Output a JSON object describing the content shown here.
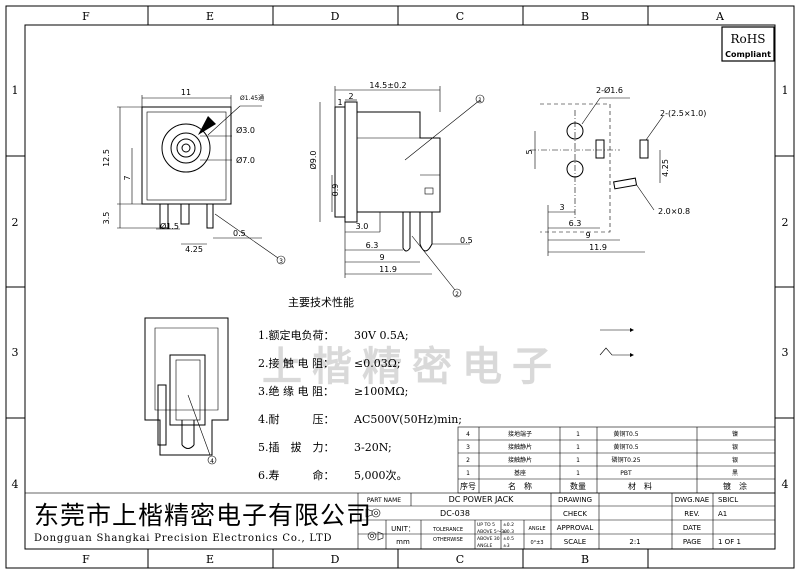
{
  "grid": {
    "columns": [
      "F",
      "E",
      "D",
      "C",
      "B",
      "A"
    ],
    "rows": [
      "1",
      "2",
      "3",
      "4"
    ]
  },
  "rohs": {
    "line1": "RoHS",
    "line2": "Compliant"
  },
  "front_view": {
    "dim_width": "11",
    "dim_hole": "Ø1.45通",
    "dim_inner": "Ø3.0",
    "dim_outer": "Ø7.0",
    "dim_height": "12.5",
    "dim_center": "7",
    "dim_pin_h": "3.5",
    "dim_pin_d": "Ø1.5",
    "dim_pin_gap": "4.25",
    "dim_pin_w": "0.5",
    "callout": "3"
  },
  "side_view": {
    "dim_total": "14.5±0.2",
    "dim_2": "2",
    "dim_1": "1",
    "dim_dia": "Ø9.0",
    "dim_0_9": "0.9",
    "dim_3": "3.0",
    "dim_6_3": "6.3",
    "dim_9": "9",
    "dim_11_9": "11.9",
    "dim_0_5": "0.5",
    "callout_1": "1",
    "callout_2": "2"
  },
  "pcb_view": {
    "hole_round": "2-Ø1.6",
    "hole_slot": "2-(2.5×1.0)",
    "slot2": "2.0×0.8",
    "dim_5": "5",
    "dim_4_25": "4.25",
    "dim_3": "3",
    "dim_6_3": "6.3",
    "dim_9": "9",
    "dim_11_9": "11.9"
  },
  "specs": {
    "title": "主要技术性能",
    "items": [
      {
        "label": "1.额定电负荷：",
        "value": "30V 0.5A;"
      },
      {
        "label": "2.接 触 电 阻：",
        "value": "≤0.03Ω;"
      },
      {
        "label": "3.绝 缘 电 阻：",
        "value": "≥100MΩ;"
      },
      {
        "label": "4.耐　　　压：",
        "value": "AC500V(50Hz)min;"
      },
      {
        "label": "5.插　拔　力：",
        "value": "3-20N;"
      },
      {
        "label": "6.寿　　　命：",
        "value": "5,000次。"
      }
    ]
  },
  "watermark": "上楷精密电子",
  "bom": {
    "rows": [
      {
        "no": "4",
        "name": "接地端子",
        "qty": "1",
        "material": "黄铜T0.5",
        "finish": "镍"
      },
      {
        "no": "3",
        "name": "接触静片",
        "qty": "1",
        "material": "黄铜T0.5",
        "finish": "银"
      },
      {
        "no": "2",
        "name": "接触静片",
        "qty": "1",
        "material": "磷铜T0.25",
        "finish": "银"
      },
      {
        "no": "1",
        "name": "基座",
        "qty": "1",
        "material": "PBT",
        "finish": "黑"
      }
    ],
    "header": {
      "no": "序号",
      "name": "名　称",
      "qty": "数量",
      "material": "材　料",
      "finish": "镀　涂"
    }
  },
  "company": {
    "name_cn": "东莞市上楷精密电子有限公司",
    "name_en": "Dongguan Shangkai Precision Electronics Co., LTD"
  },
  "title_block": {
    "part_name_label": "PART NAME",
    "part_name": "DC POWER JACK",
    "part_no": "DC-038",
    "unit_label": "UNIT：",
    "unit": "mm",
    "tolerance_label": "TOLERANCE",
    "otherwise_label": "OTHERWISE",
    "tol_1": "UP TO 5",
    "tol_1v": "±0.2",
    "tol_2": "ABOVE 5～30",
    "tol_2v": "±0.3",
    "tol_3": "ABOVE 30",
    "tol_3v": "±0.5",
    "tol_4": "ANGLE",
    "tol_4v": "±3",
    "angle_label": "ANGLE",
    "angle_val": "0°±3",
    "drawing": "DRAWING",
    "check": "CHECK",
    "approval": "APPROVAL",
    "scale_label": "SCALE",
    "scale": "2:1",
    "dwg_label": "DWG.NAE",
    "dwg": "SBICL",
    "rev_label": "REV.",
    "rev": "A1",
    "date_label": "DATE",
    "page_label": "PAGE",
    "page": "1 OF 1"
  }
}
